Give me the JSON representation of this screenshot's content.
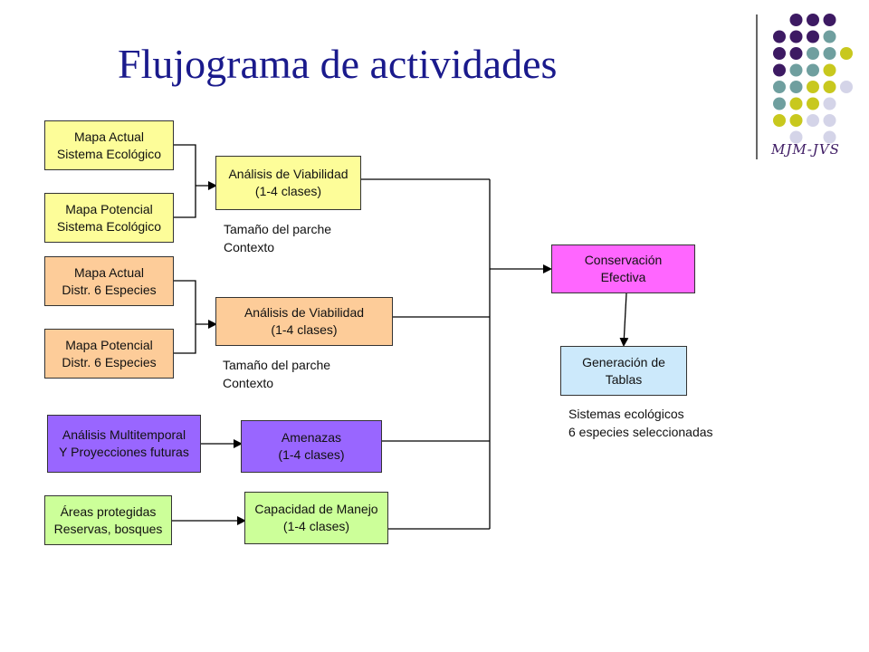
{
  "title": "Flujograma de actividades",
  "logo": {
    "text": "MJM-JVS"
  },
  "boxes": {
    "mapa_actual_eco": "Mapa Actual\nSistema Ecológico",
    "mapa_potencial_eco": "Mapa Potencial\nSistema Ecológico",
    "mapa_actual_esp": "Mapa Actual\nDistr. 6 Especies",
    "mapa_potencial_esp": "Mapa Potencial\nDistr. 6 Especies",
    "analisis_multitemporal": "Análisis Multitemporal\nY Proyecciones futuras",
    "areas_protegidas": "Áreas protegidas\nReservas, bosques",
    "viabilidad_1": "Análisis de Viabilidad\n(1-4 clases)",
    "viabilidad_2": "Análisis de Viabilidad\n(1-4 clases)",
    "amenazas": "Amenazas\n(1-4 clases)",
    "capacidad_manejo": "Capacidad de Manejo\n(1-4 clases)",
    "conservacion": "Conservación\nEfectiva",
    "tablas": "Generación de\nTablas"
  },
  "notes": {
    "tamano_1": "Tamaño del parche\nContexto",
    "tamano_2": "Tamaño del parche\nContexto",
    "sistemas": "Sistemas ecológicos\n6 especies seleccionadas"
  },
  "colors": {
    "title": "#1a1a8c",
    "yellow": "#fdfd99",
    "peach": "#fdcc99",
    "purple": "#9966ff",
    "light_green": "#ccff99",
    "pink": "#ff66ff",
    "light_blue": "#cce9fb",
    "dot_dark_purple": "#3d1a63",
    "dot_teal": "#6f9f9f",
    "dot_olive": "#c8c81e",
    "dot_lavender": "#d4d4e8"
  }
}
